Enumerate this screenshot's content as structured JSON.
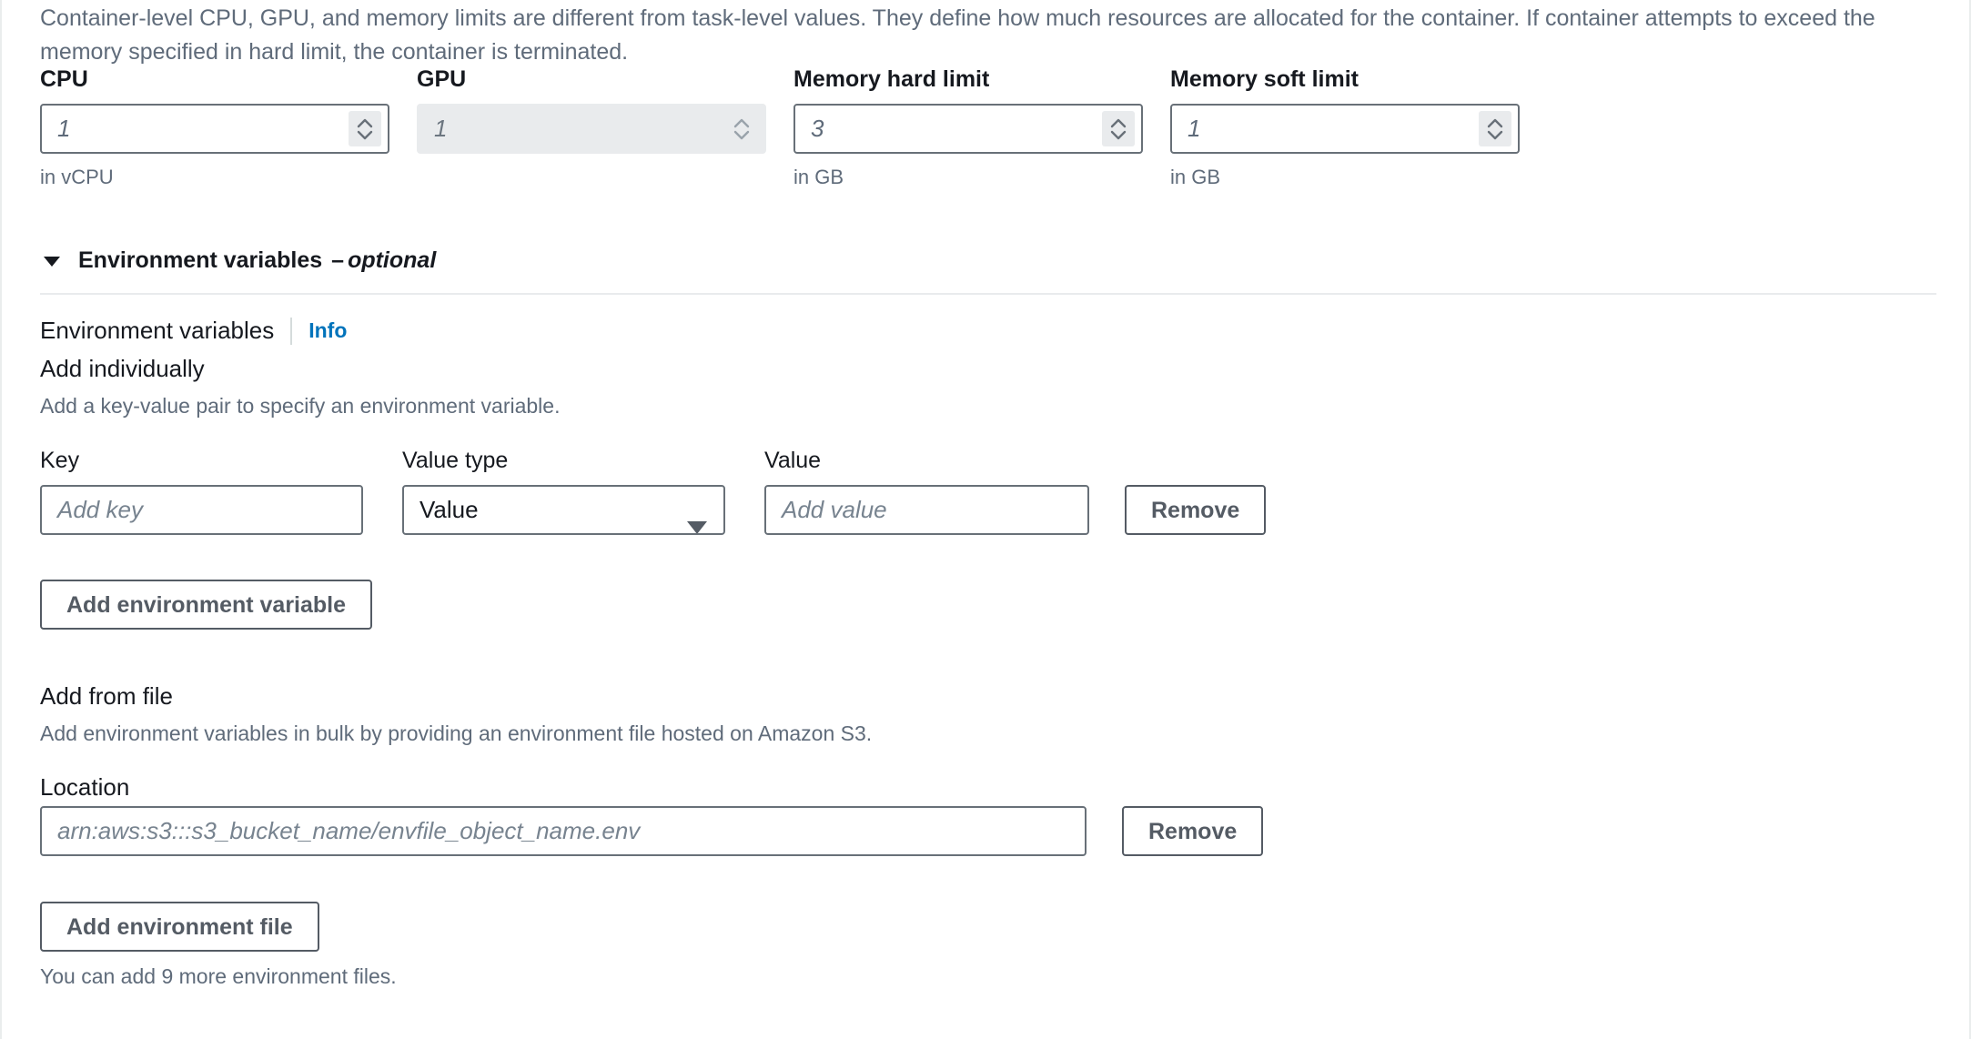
{
  "description": "Container-level CPU, GPU, and memory limits are different from task-level values. They define how much resources are allocated for the container. If container attempts to exceed the memory specified in hard limit, the container is terminated.",
  "resources": [
    {
      "label": "CPU",
      "value": "1",
      "constraint": "in vCPU",
      "disabled": false
    },
    {
      "label": "GPU",
      "value": "1",
      "constraint": "",
      "disabled": true
    },
    {
      "label": "Memory hard limit",
      "value": "3",
      "constraint": "in GB",
      "disabled": false
    },
    {
      "label": "Memory soft limit",
      "value": "1",
      "constraint": "in GB",
      "disabled": false
    }
  ],
  "env_section": {
    "title": "Environment variables",
    "dash": "–",
    "optional": "optional",
    "field_label": "Environment variables",
    "info_label": "Info",
    "add_individually": {
      "heading": "Add individually",
      "description": "Add a key-value pair to specify an environment variable.",
      "key_label": "Key",
      "key_placeholder": "Add key",
      "value_type_label": "Value type",
      "value_type_selected": "Value",
      "value_label": "Value",
      "value_placeholder": "Add value",
      "remove_label": "Remove",
      "add_button_label": "Add environment variable"
    },
    "add_from_file": {
      "heading": "Add from file",
      "description": "Add environment variables in bulk by providing an environment file hosted on Amazon S3.",
      "location_label": "Location",
      "location_placeholder": "arn:aws:s3:::s3_bucket_name/envfile_object_name.env",
      "remove_label": "Remove",
      "add_button_label": "Add environment file",
      "helper_text": "You can add 9 more environment files."
    }
  },
  "colors": {
    "link": "#0073bb",
    "text": "#16191f",
    "muted": "#5f6b7a",
    "border": "#687078",
    "disabled_bg": "#e9ebed"
  }
}
